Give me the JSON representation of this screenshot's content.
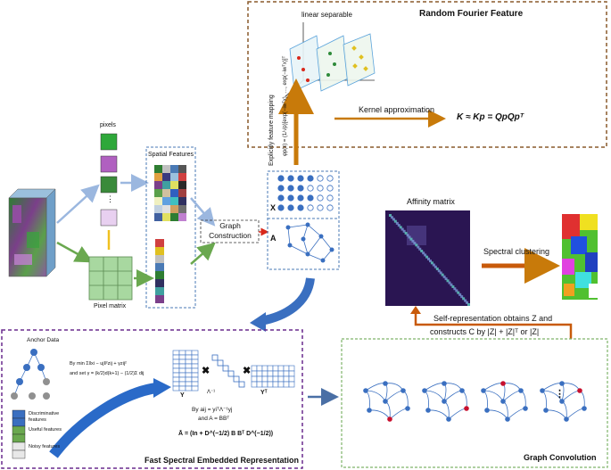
{
  "colors": {
    "rff_border": "#8a5a2b",
    "fser_border": "#6a2b8e",
    "graph_conv_border": "#7fb56a",
    "spatial_border": "#4a7ab5",
    "orange_arrow": "#c87a0a",
    "affinity_bg": "#2a1552",
    "blue_arrow": "#3a6fc0",
    "node_blue": "#3a6fc0",
    "node_red": "#c8102e"
  },
  "rff": {
    "title": "Random Fourier Feature",
    "linear_separable": "linear separable",
    "explicit_mapping": "Explicitly feature mapping",
    "kernel_approx": "Kernel approximation",
    "kernel_formula": "K ≈ Kp = QpQpᵀ",
    "phi_formula": "φp(x) = (1/√p)[exp(−iwᵀx), …, exp(−iwᵀx)]ᵀ"
  },
  "input": {
    "pixels_label": "pixels",
    "dots": "⋮",
    "spatial_features_label": "Spatial Features",
    "pixel_matrix_label": "Pixel matrix"
  },
  "graph": {
    "construction_label": "Graph Construction",
    "x_label": "X",
    "a_label": "A"
  },
  "affinity": {
    "title": "Affinity matrix",
    "spectral_clustering": "Spectral clustering",
    "self_rep_line1": "Self-representation obtains Z and",
    "self_rep_line2": "constructs C by |Z| + |Z|ᵀ or |Z|"
  },
  "fser": {
    "title": "Fast Spectral Embedded Representation",
    "anchor_data": "Anchor Data",
    "discriminative": "Discriminative features",
    "useful": "Useful features",
    "noisy": "Noisy features",
    "opt_line1": "By min Σ‖xi − uj‖²zij + γzij²",
    "opt_line2": "and set γ = (k/2)d(k+1) − (1/2)Σ dij",
    "y_label": "Y",
    "lambda_label": "Λ⁻¹",
    "yt_label": "Yᵀ",
    "aij_line1": "By aij = yiᵀΛ⁻¹yj",
    "aij_line2": "and A = BBᵀ",
    "final_formula": "Ā = (In + D^(−1/2) B Bᵀ D^(−1/2))"
  },
  "graph_conv": {
    "title": "Graph Convolution",
    "dots": "⋮"
  }
}
